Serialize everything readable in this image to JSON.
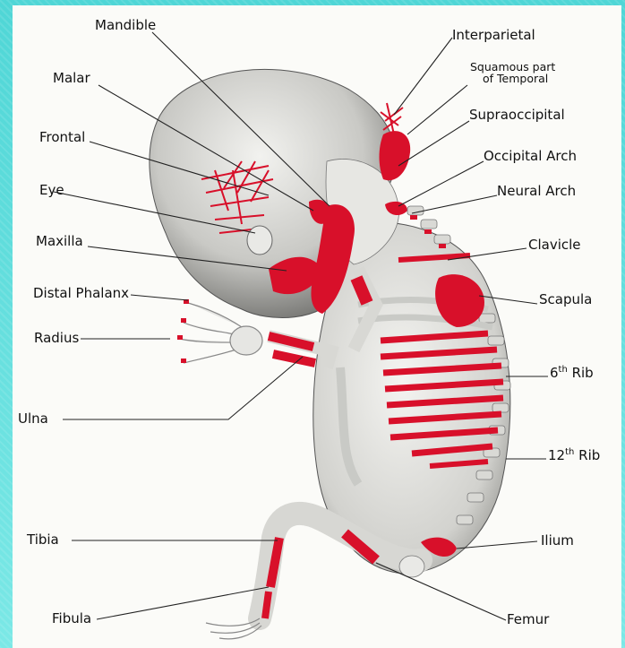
{
  "labels": {
    "mandible": "Mandible",
    "malar": "Malar",
    "frontal": "Frontal",
    "eye": "Eye",
    "maxilla": "Maxilla",
    "distal_phalanx": "Distal Phalanx",
    "radius": "Radius",
    "ulna": "Ulna",
    "tibia": "Tibia",
    "fibula": "Fibula",
    "interparietal": "Interparietal",
    "squamous_line1": "Squamous part",
    "squamous_line2": "of Temporal",
    "supraoccipital": "Supraoccipital",
    "occipital_arch": "Occipital Arch",
    "neural_arch": "Neural Arch",
    "clavicle": "Clavicle",
    "scapula": "Scapula",
    "rib6_num": "6",
    "rib6_sup": "th",
    "rib6_word": "Rib",
    "rib12_num": "12",
    "rib12_sup": "th",
    "rib12_word": "Rib",
    "ilium": "Ilium",
    "femur": "Femur"
  },
  "colors": {
    "ossification_red": "#d8102a",
    "cartilage_gray": "#c9cac6",
    "skin_gray": "#8f8f8c",
    "background_teal": "#5fe0df"
  }
}
